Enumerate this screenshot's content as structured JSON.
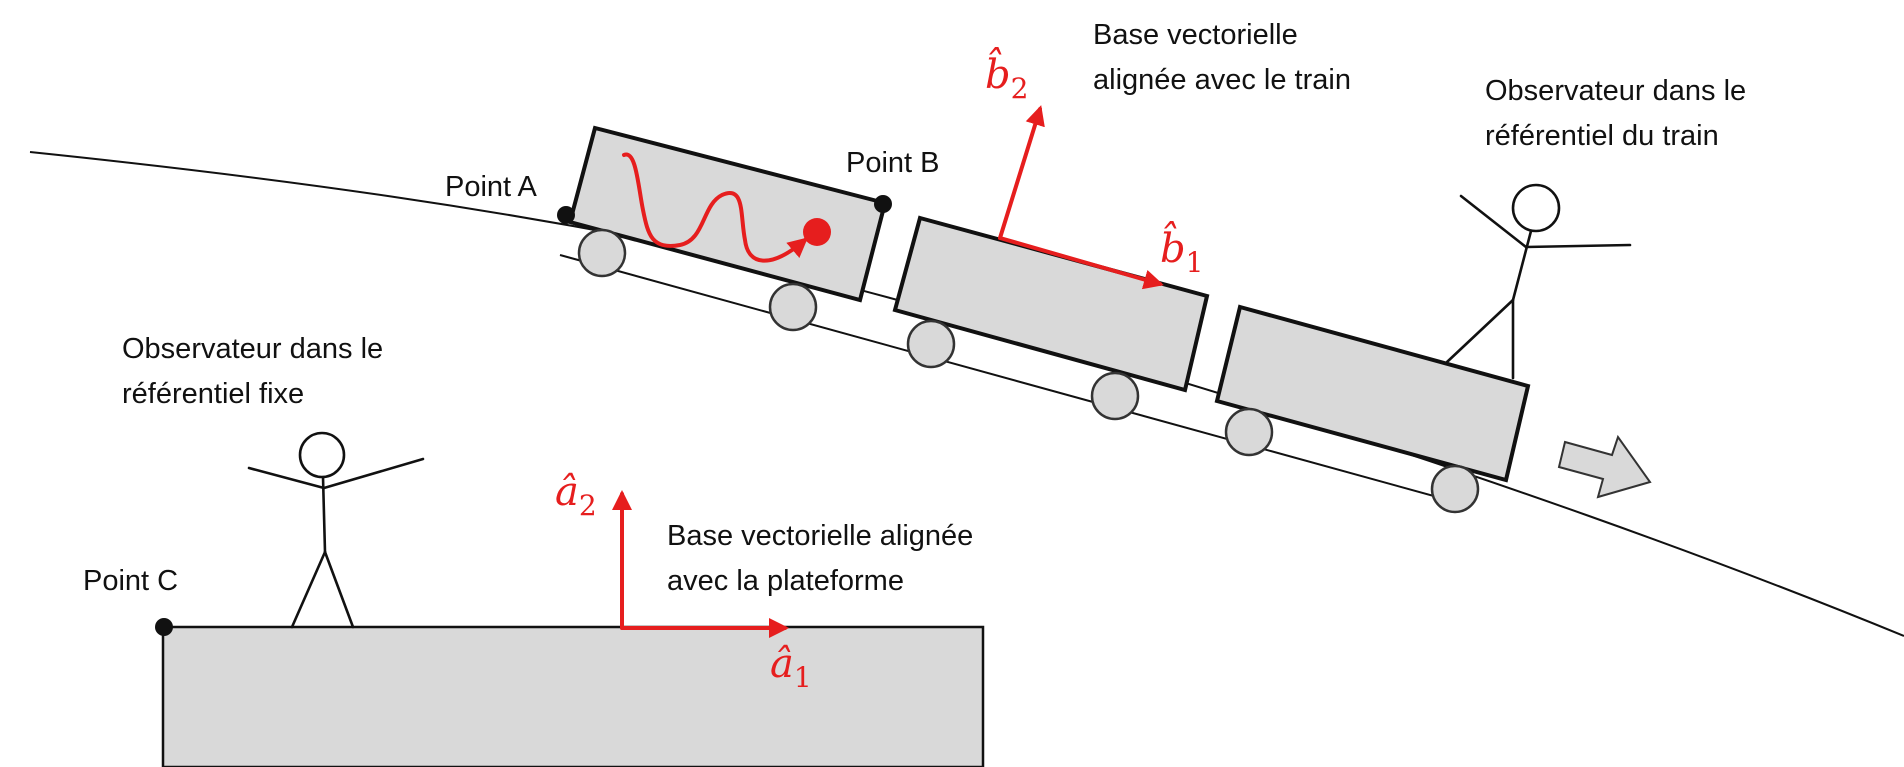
{
  "labels": {
    "point_a": "Point A",
    "point_b": "Point B",
    "point_c": "Point C",
    "train_basis_line1": "Base vectorielle",
    "train_basis_line2": "alignée avec le train",
    "train_observer_line1": "Observateur dans le",
    "train_observer_line2": "référentiel du train",
    "fixed_observer_line1": "Observateur dans le",
    "fixed_observer_line2": "référentiel fixe",
    "platform_basis_line1": "Base vectorielle alignée",
    "platform_basis_line2": "avec la plateforme"
  },
  "vectors": {
    "b1": {
      "base": "b̂",
      "sub": "1"
    },
    "b2": {
      "base": "b̂",
      "sub": "2"
    },
    "a1": {
      "base": "â",
      "sub": "1"
    },
    "a2": {
      "base": "â",
      "sub": "2"
    }
  },
  "colors": {
    "vector": "#e61e1e",
    "car_fill": "#d9d9d9",
    "outline": "#111111"
  }
}
